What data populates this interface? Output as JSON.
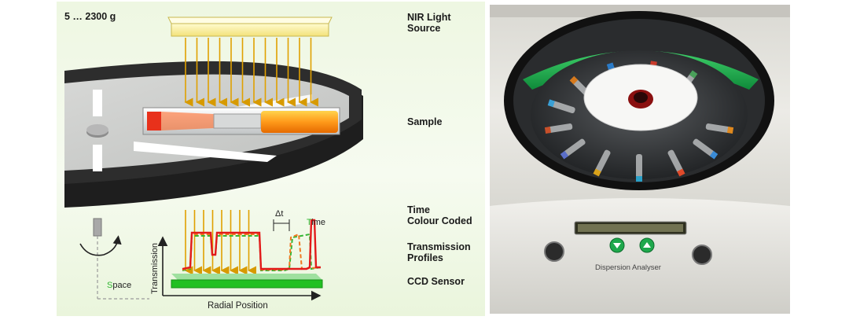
{
  "left_diagram": {
    "speed_label": "5 … 2300 g",
    "labels": {
      "nir_light_source": [
        "NIR Light",
        "Source"
      ],
      "sample": "Sample",
      "time_colour_coded": [
        "Time",
        "Colour Coded"
      ],
      "transmission_profiles": [
        "Transmission",
        "Profiles"
      ],
      "ccd_sensor": "CCD Sensor"
    },
    "axes": {
      "y_label": "Transmission",
      "x_label": "Radial Position",
      "delta_t": "Δt",
      "time_label": {
        "initial": "T",
        "rest": "ime"
      },
      "space_label": {
        "initial": "S",
        "rest": "pace"
      }
    },
    "colors": {
      "light_beam": "#e0a000",
      "profile_red": "#e21a1a",
      "profile_orange": "#f07820",
      "profile_green": "#33b633",
      "sensor_green": "#22c022",
      "disc_dark": "#2b2b2b"
    }
  },
  "device_photo": {
    "front_label": "Dispersion Analyser"
  }
}
